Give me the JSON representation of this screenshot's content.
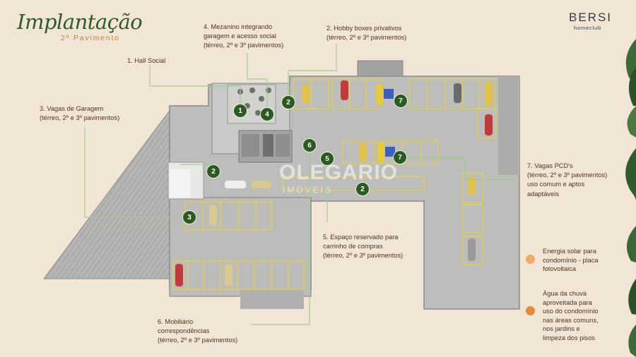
{
  "header": {
    "title": "Implantação",
    "subtitle": "2º Pavimento",
    "brand": "BERSI",
    "brand_sub": "homeclub"
  },
  "callouts": [
    {
      "number": "1",
      "text": [
        "1. Hall Social"
      ]
    },
    {
      "number": "2",
      "text": [
        "2. Hobby boxes privativos",
        "(térreo, 2º e 3º pavimentos)"
      ]
    },
    {
      "number": "3",
      "text": [
        "3. Vagas de Garagem",
        "(térreo, 2º e 3º pavimentos)"
      ]
    },
    {
      "number": "4",
      "text": [
        "4. Mezanino integrando",
        "garagem e acesso social",
        "(térreo, 2º e 3º pavimentos)"
      ]
    },
    {
      "number": "5",
      "text": [
        "5. Espaço reservado para",
        "carrinho de compras",
        "(térreo, 2º e 3º pavimentos)"
      ]
    },
    {
      "number": "6",
      "text": [
        "6. Mobiliário",
        "correspondências",
        "(térreo, 2º e 3º pavimentos)"
      ]
    },
    {
      "number": "7",
      "text": [
        "7. Vagas PCD's",
        "(térreo, 2º e 3º pavimentos)",
        "uso comum e aptos",
        "adaptáveis"
      ]
    }
  ],
  "legend": [
    {
      "text": [
        "Energia solar para",
        "condomínio - placa",
        "fotovoltaica"
      ],
      "color": "#f2a866"
    },
    {
      "text": [
        "Água da chuva",
        "aproveitada para",
        "uso do condomínio",
        "nas áreas comuns,",
        "nos jardins e",
        "limpeza dos pisos"
      ],
      "color": "#e8883a"
    }
  ],
  "watermark": {
    "main": "OLEGARIO",
    "sub": "IMÓVEIS"
  },
  "colors": {
    "accent_green": "#2d5a22",
    "line_green": "#9fcf8f",
    "floor": "#b9b9b7",
    "parking_line": "#e2d24a"
  }
}
